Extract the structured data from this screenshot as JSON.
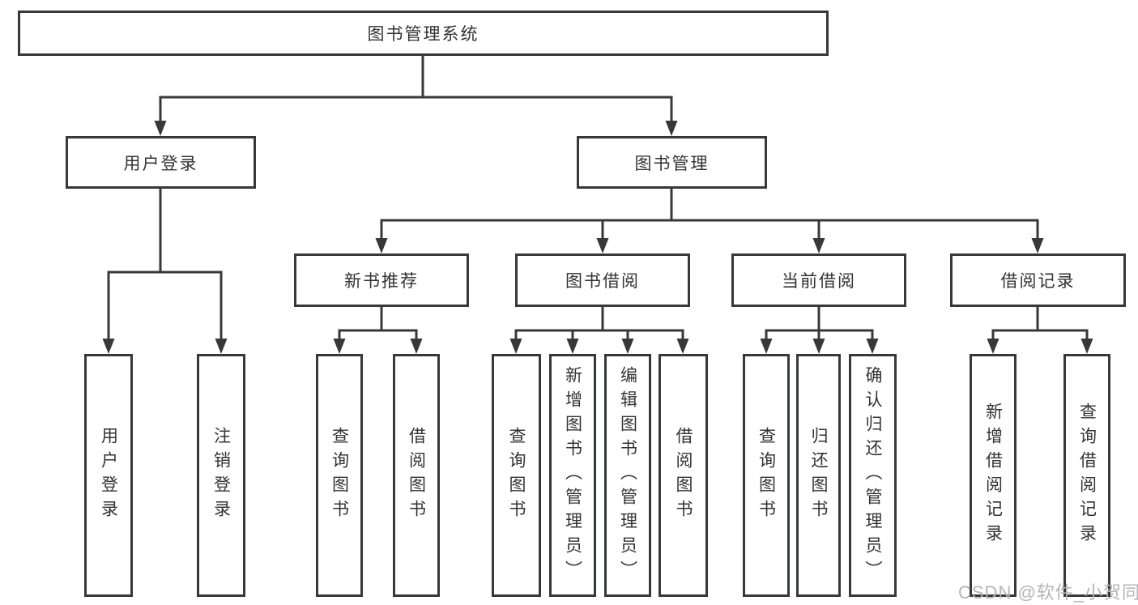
{
  "nodes": {
    "root": "图书管理系统",
    "user_login": "用户登录",
    "book_management": "图书管理",
    "new_book_recommend": "新书推荐",
    "book_borrowing": "图书借阅",
    "current_borrowing": "当前借阅",
    "borrowing_records": "借阅记录",
    "leaf_user_login": "用户登录",
    "leaf_logout_login": "注销登录",
    "leaf_query_books_1": "查询图书",
    "leaf_borrow_books_1": "借阅图书",
    "leaf_query_books_2": "查询图书",
    "leaf_add_books_admin": "新增图书（管理员）",
    "leaf_edit_books_admin": "编辑图书（管理员）",
    "leaf_borrow_books_2": "借阅图书",
    "leaf_query_books_3": "查询图书",
    "leaf_return_books": "归还图书",
    "leaf_confirm_return_admin": "确认归还（管理员）",
    "leaf_add_borrow_record": "新增借阅记录",
    "leaf_query_borrow_record": "查询借阅记录"
  },
  "hierarchy": {
    "root": [
      "user_login",
      "book_management"
    ],
    "user_login": [
      "leaf_user_login",
      "leaf_logout_login"
    ],
    "book_management": [
      "new_book_recommend",
      "book_borrowing",
      "current_borrowing",
      "borrowing_records"
    ],
    "new_book_recommend": [
      "leaf_query_books_1",
      "leaf_borrow_books_1"
    ],
    "book_borrowing": [
      "leaf_query_books_2",
      "leaf_add_books_admin",
      "leaf_edit_books_admin",
      "leaf_borrow_books_2"
    ],
    "current_borrowing": [
      "leaf_query_books_3",
      "leaf_return_books",
      "leaf_confirm_return_admin"
    ],
    "borrowing_records": [
      "leaf_add_borrow_record",
      "leaf_query_borrow_record"
    ]
  },
  "colors": {
    "line": "#36383a",
    "text": "#333333",
    "watermark": "#b3b5b9",
    "background": "#ffffff"
  },
  "watermark": "CSDN @软件_小贺同学"
}
